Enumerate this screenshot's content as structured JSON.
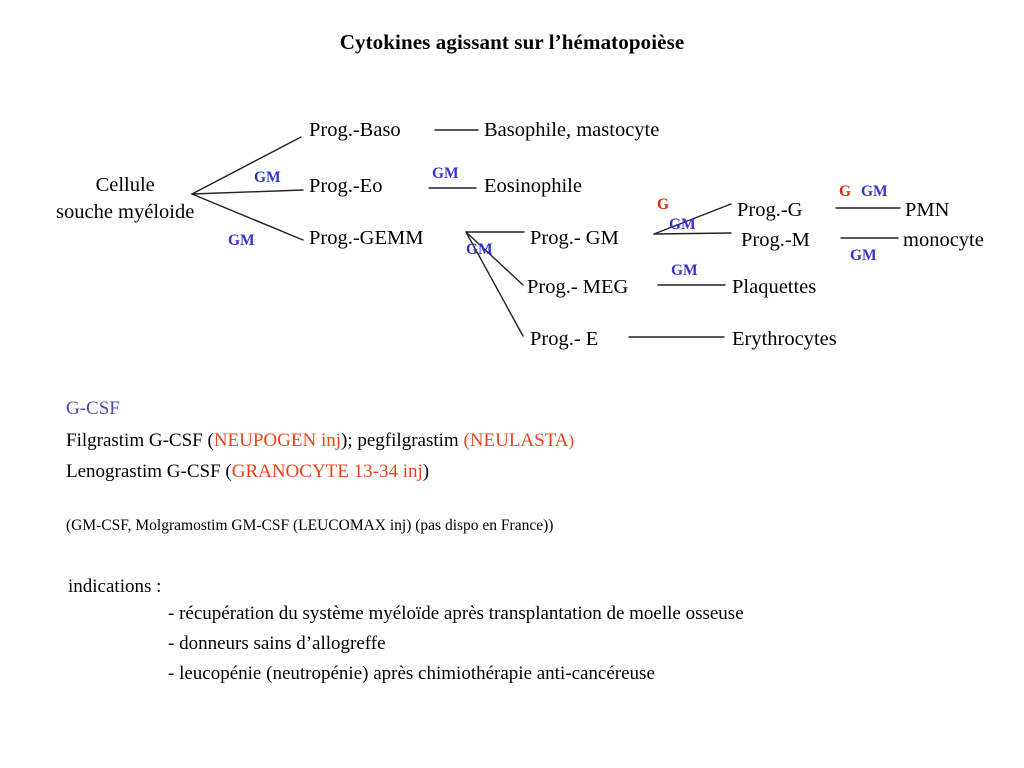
{
  "slide": {
    "title": "Cytokines agissant sur l’hématopoièse"
  },
  "colors": {
    "gm_blue": "#3434CC",
    "g_red": "#DC2A08",
    "heading_blue": "#4C4CAE",
    "brand_orange": "#E8441A",
    "line": "#222222",
    "text": "#000000",
    "background": "#FFFFFF"
  },
  "diagram": {
    "root": {
      "line1": "Cellule",
      "line2": "souche myéloide"
    },
    "nodes": {
      "prog_baso": "Prog.-Baso",
      "prog_eo": "Prog.-Eo",
      "prog_gemm": "Prog.-GEMM",
      "prog_gm": "Prog.- GM",
      "prog_meg": "Prog.- MEG",
      "prog_e": "Prog.- E",
      "prog_g": "Prog.-G",
      "prog_m": "Prog.-M",
      "basophile": "Basophile, mastocyte",
      "eosinophile": "Eosinophile",
      "pmn": "PMN",
      "monocyte": "monocyte",
      "plaquettes": "Plaquettes",
      "erythrocytes": "Erythrocytes"
    },
    "cytokine_labels": {
      "gm_root_upper": "GM",
      "gm_root_lower": "GM",
      "gm_eo": "GM",
      "gm_gemm": "GM",
      "gm_gm_split": "GM",
      "g_gm_split": "G",
      "gm_meg": "GM",
      "g_pmn": "G",
      "gm_pmn": "GM",
      "gm_monocyte": "GM"
    }
  },
  "textblock": {
    "gcsf_heading": "G-CSF",
    "line_filgrastim": {
      "part1": "Filgrastim G-CSF (",
      "brand1": "NEUPOGEN inj",
      "part2": "); pegfilgrastim ",
      "brand2": "(NEULASTA",
      "brand2_tail": ")"
    },
    "line_lenograstim": {
      "part1": "Lenograstim G-CSF (",
      "brand1": "GRANOCYTE 13-34 inj",
      "part2": ")"
    },
    "line_gmcsf": "(GM-CSF, Molgramostim GM-CSF (LEUCOMAX inj) (pas dispo en France))",
    "indications_heading": "indications :",
    "indications": [
      "- récupération du système myéloïde après transplantation de moelle osseuse",
      "- donneurs sains d’allogreffe",
      "- leucopénie (neutropénie) après chimiothérapie anti-cancéreuse"
    ]
  }
}
